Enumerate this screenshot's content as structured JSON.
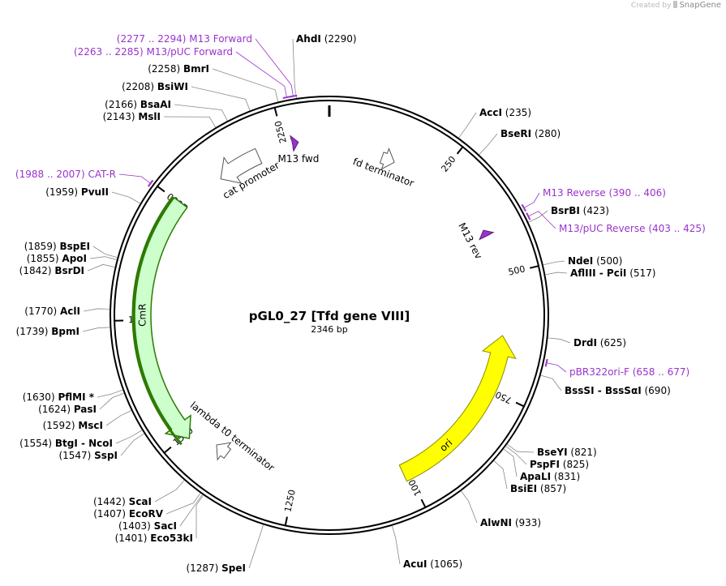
{
  "credit": {
    "prefix": "Created by",
    "brand": "SnapGene"
  },
  "title": {
    "name": "pGL0_27 [Tfd gene VIII]",
    "length": "2346 bp"
  },
  "total_bp": 2346,
  "colors": {
    "backbone": "#000000",
    "primer": "#9933cc",
    "cmr_fill": "#ccffcc",
    "cmr_stroke": "#2d7a00",
    "ori_fill": "#ffff00",
    "ori_stroke": "#8c8c00",
    "promoter_fill": "#ffffff",
    "terminator_fill": "#ffffff",
    "site_text": "#000000"
  },
  "tick_labels": [
    "250",
    "500",
    "750",
    "1000",
    "1250",
    "1500",
    "1750",
    "2000",
    "2250"
  ],
  "features": [
    {
      "id": "cmr",
      "label": "CmR",
      "kind": "cds",
      "strand": -1,
      "start": 2002,
      "end": 1490
    },
    {
      "id": "ori",
      "label": "ori",
      "kind": "origin",
      "strand": -1,
      "start": 1010,
      "end": 630
    },
    {
      "id": "cat-promoter",
      "label": "cat promoter",
      "kind": "promoter",
      "strand": -1,
      "start": 2190,
      "end": 2095
    },
    {
      "id": "fd-terminator",
      "label": "fd terminator",
      "kind": "terminator",
      "strand": 1,
      "start": 120,
      "end": 150
    },
    {
      "id": "lambda-t0-terminator",
      "label": "lambda t0 terminator",
      "kind": "terminator",
      "strand": 1,
      "start": 1410,
      "end": 1440
    },
    {
      "id": "m13-fwd",
      "label": "M13 fwd",
      "kind": "primer-site",
      "strand": 1,
      "start": 2267,
      "end": 2280
    },
    {
      "id": "m13-rev",
      "label": "M13 rev",
      "kind": "primer-site",
      "strand": -1,
      "start": 412,
      "end": 398
    }
  ],
  "primers": [
    {
      "name": "M13 Forward",
      "range": "(2277 .. 2294)",
      "bp": 2285
    },
    {
      "name": "M13/pUC Forward",
      "range": "(2263 .. 2285)",
      "bp": 2274
    },
    {
      "name": "CAT-R",
      "range": "(1988 .. 2007)",
      "bp": 1997
    },
    {
      "name": "M13 Reverse",
      "range": "(390 .. 406)",
      "bp": 398
    },
    {
      "name": "M13/pUC Reverse",
      "range": "(403 .. 425)",
      "bp": 414
    },
    {
      "name": "pBR322ori-F",
      "range": "(658 .. 677)",
      "bp": 667
    }
  ],
  "sites": [
    {
      "name": "AhdI",
      "pos": "(2290)",
      "bp": 2290
    },
    {
      "name": "BmrI",
      "pos": "(2258)",
      "bp": 2258
    },
    {
      "name": "BsiWI",
      "pos": "(2208)",
      "bp": 2208
    },
    {
      "name": "BsaAI",
      "pos": "(2166)",
      "bp": 2166
    },
    {
      "name": "MslI",
      "pos": "(2143)",
      "bp": 2143
    },
    {
      "name": "PvuII",
      "pos": "(1959)",
      "bp": 1959
    },
    {
      "name": "BspEI",
      "pos": "(1859)",
      "bp": 1859
    },
    {
      "name": "ApoI",
      "pos": "(1855)",
      "bp": 1855
    },
    {
      "name": "BsrDI",
      "pos": "(1842)",
      "bp": 1842
    },
    {
      "name": "AclI",
      "pos": "(1770)",
      "bp": 1770
    },
    {
      "name": "BpmI",
      "pos": "(1739)",
      "bp": 1739
    },
    {
      "name": "PflMI *",
      "pos": "(1630)",
      "bp": 1630
    },
    {
      "name": "PasI",
      "pos": "(1624)",
      "bp": 1624
    },
    {
      "name": "MscI",
      "pos": "(1592)",
      "bp": 1592
    },
    {
      "name": "BtgI - NcoI",
      "pos": "(1554)",
      "bp": 1554
    },
    {
      "name": "SspI",
      "pos": "(1547)",
      "bp": 1547
    },
    {
      "name": "ScaI",
      "pos": "(1442)",
      "bp": 1442
    },
    {
      "name": "EcoRV",
      "pos": "(1407)",
      "bp": 1407
    },
    {
      "name": "SacI",
      "pos": "(1403)",
      "bp": 1403
    },
    {
      "name": "Eco53kI",
      "pos": "(1401)",
      "bp": 1401
    },
    {
      "name": "SpeI",
      "pos": "(1287)",
      "bp": 1287
    },
    {
      "name": "AccI",
      "pos": "(235)",
      "bp": 235
    },
    {
      "name": "BseRI",
      "pos": "(280)",
      "bp": 280
    },
    {
      "name": "BsrBI",
      "pos": "(423)",
      "bp": 423
    },
    {
      "name": "NdeI",
      "pos": "(500)",
      "bp": 500
    },
    {
      "name": "AflIII - PciI",
      "pos": "(517)",
      "bp": 517
    },
    {
      "name": "DrdI",
      "pos": "(625)",
      "bp": 625
    },
    {
      "name": "BssSI - BssSαI",
      "pos": "(690)",
      "bp": 690
    },
    {
      "name": "BseYI",
      "pos": "(821)",
      "bp": 821
    },
    {
      "name": "PspFI",
      "pos": "(825)",
      "bp": 825
    },
    {
      "name": "ApaLI",
      "pos": "(831)",
      "bp": 831
    },
    {
      "name": "BsiEI",
      "pos": "(857)",
      "bp": 857
    },
    {
      "name": "AlwNI",
      "pos": "(933)",
      "bp": 933
    },
    {
      "name": "AcuI",
      "pos": "(1065)",
      "bp": 1065
    }
  ]
}
